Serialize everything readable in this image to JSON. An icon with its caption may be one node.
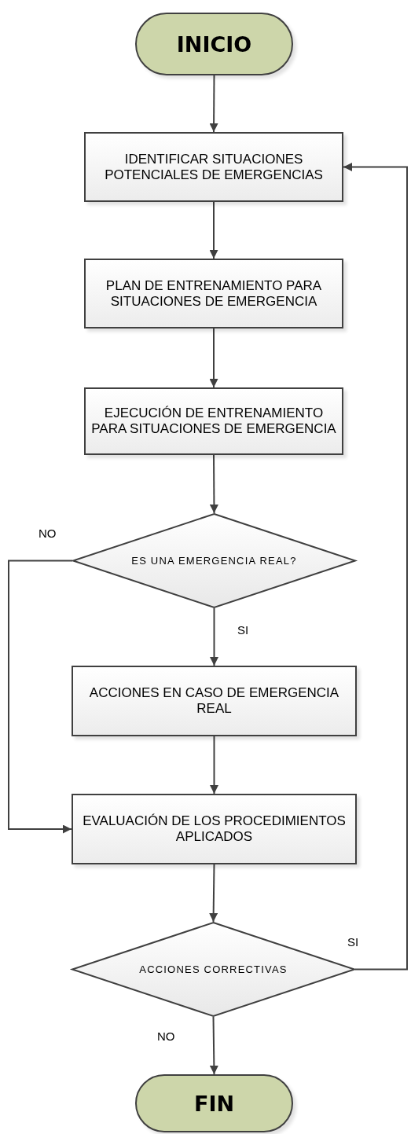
{
  "diagram": {
    "nodes": [
      {
        "text": [
          "INICIO"
        ]
      },
      {
        "text": [
          "IDENTIFICAR SITUACIONES POTENCIALES DE EMERGENCIAS"
        ]
      },
      {
        "text": [
          "PLAN DE ENTRENAMIENTO PARA SITUACIONES DE EMERGENCIA"
        ]
      },
      {
        "text": [
          "EJECUCIÓN DE ENTRENAMIENTO PARA SITUACIONES DE EMERGENCIA"
        ]
      },
      {
        "text": [
          "ES UNA EMERGENCIA REAL?"
        ]
      },
      {
        "text": [
          "ACCIONES EN CASO DE EMERGENCIA REAL"
        ]
      },
      {
        "text": [
          "EVALUACIÓN DE LOS PROCEDIMIENTOS APLICADOS"
        ]
      },
      {
        "text": [
          "ACCIONES CORRECTIVAS"
        ]
      },
      {
        "text": [
          "FIN"
        ]
      }
    ],
    "edges": [
      {
        "from": 0,
        "to": 1,
        "arrow": "to"
      },
      {
        "from": 1,
        "to": 2,
        "arrow": "to"
      },
      {
        "from": 2,
        "to": 3,
        "arrow": "to"
      },
      {
        "from": 3,
        "to": 4,
        "arrow": "to"
      },
      {
        "from": 4,
        "to": 5,
        "arrow": "to",
        "label": "SI"
      },
      {
        "from": 4,
        "to": 6,
        "arrow": "to",
        "label": "NO"
      },
      {
        "from": 5,
        "to": 6,
        "arrow": "to"
      },
      {
        "from": 6,
        "to": 7,
        "arrow": "to"
      },
      {
        "from": 7,
        "to": 1,
        "arrow": "to",
        "label": "SI"
      },
      {
        "from": 7,
        "to": 8,
        "arrow": "to",
        "label": "NO"
      }
    ]
  }
}
